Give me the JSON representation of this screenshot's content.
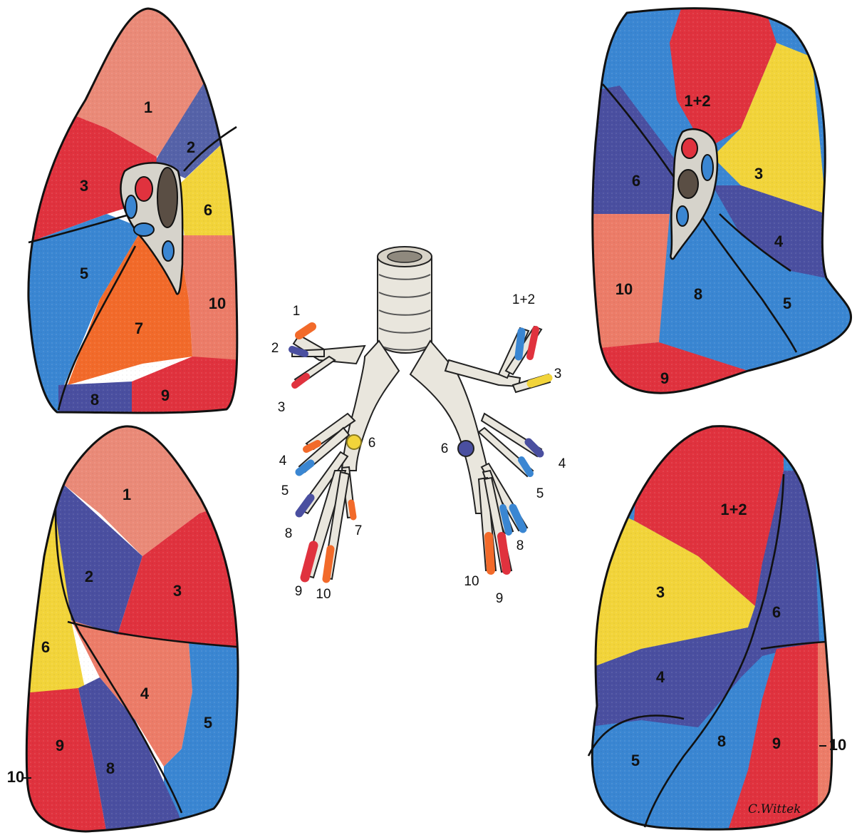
{
  "colors": {
    "apical": "#ea8a78",
    "posterior_blue": "#5562a8",
    "anterior_red": "#e0323e",
    "superior_yellow": "#f2d43a",
    "medial_blue": "#3a86d2",
    "lateral_salmon": "#ec7c68",
    "orange": "#f26a2a",
    "dark_blue": "#4a4fa0",
    "trachea": "#e9e6dd"
  },
  "right_mediastinal": {
    "segments": [
      "1",
      "2",
      "3",
      "6",
      "5",
      "7",
      "10",
      "8",
      "9"
    ]
  },
  "left_mediastinal": {
    "segments": [
      "1+2",
      "6",
      "3",
      "4",
      "10",
      "8",
      "5",
      "9"
    ]
  },
  "right_lateral": {
    "segments": [
      "1",
      "2",
      "3",
      "6",
      "4",
      "5",
      "9",
      "8"
    ],
    "side_label": "10"
  },
  "left_lateral": {
    "segments": [
      "1+2",
      "3",
      "6",
      "4",
      "8",
      "9",
      "5"
    ],
    "side_label": "10",
    "signature": "C.Wittek"
  },
  "bronchial_tree": {
    "right_labels": [
      "1",
      "2",
      "3",
      "6",
      "4",
      "5",
      "8",
      "7",
      "9",
      "10"
    ],
    "left_labels": [
      "1+2",
      "3",
      "6",
      "4",
      "5",
      "8",
      "10",
      "9"
    ]
  }
}
